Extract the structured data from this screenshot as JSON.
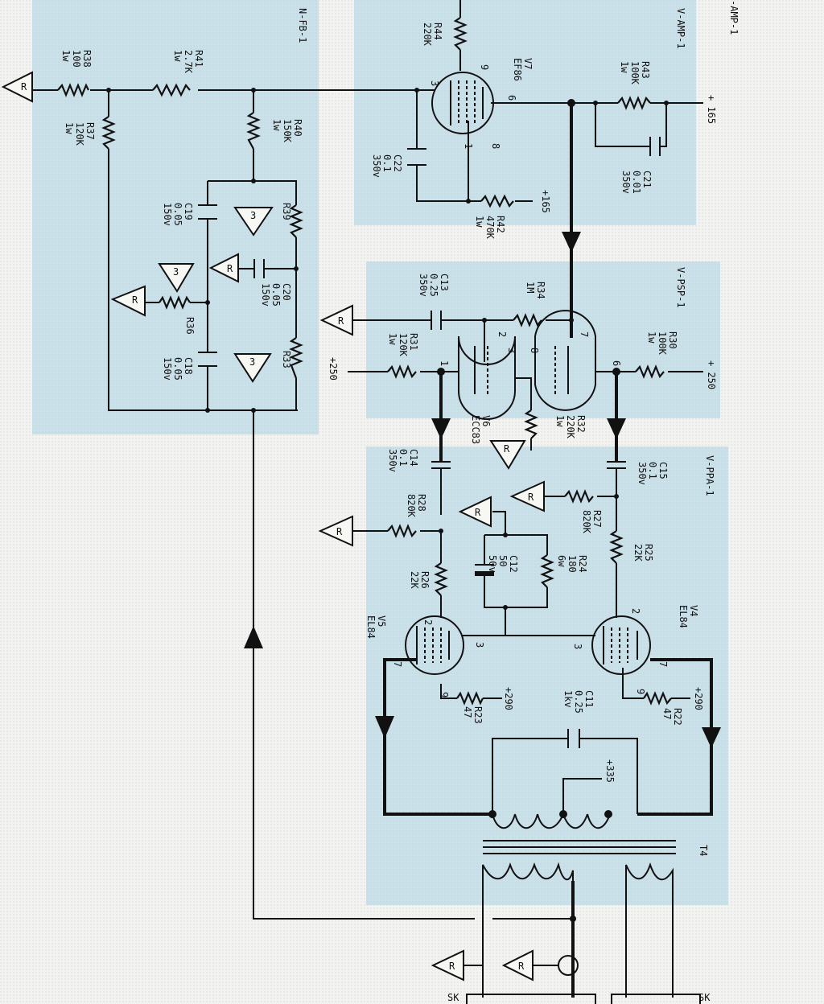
{
  "colors": {
    "shade": "#a9d2e3",
    "ink": "#111111",
    "paper": "#f3f4f2"
  },
  "blocks": {
    "amp": "V-AMP-1",
    "fb": "N-FB-1",
    "psp": "V-PSP-1",
    "ppa": "V-PPA-1",
    "amp_top_fragment": "-AMP-1"
  },
  "rails": {
    "v165_a": "+ 165",
    "v165_b": "+165",
    "v250_a": "+250",
    "v250_b": "+ 250",
    "v290_a": "+290",
    "v290_b": "+290",
    "v335": "+335"
  },
  "ref_symbol": "R",
  "num_symbol": "3",
  "components": {
    "r38": [
      "R38",
      "100",
      "1w"
    ],
    "r41": [
      "R41",
      "2.7K",
      "1w"
    ],
    "r37": [
      "R37",
      "120K",
      "1w"
    ],
    "r40": [
      "R40",
      "150K",
      "1w"
    ],
    "r39": [
      "R39"
    ],
    "r36": [
      "R36"
    ],
    "r33": [
      "R33"
    ],
    "c19": [
      "C19",
      "0.05",
      "150v"
    ],
    "c20": [
      "C20",
      "0.05",
      "150v"
    ],
    "c18": [
      "C18",
      "0.05",
      "150v"
    ],
    "r44": [
      "R44",
      "220K"
    ],
    "v7": [
      "V7",
      "EF86"
    ],
    "r43": [
      "R43",
      "100K",
      "1w"
    ],
    "c22": [
      "C22",
      "0.1",
      "350v"
    ],
    "c21": [
      "C21",
      "0.01",
      "350v"
    ],
    "r42": [
      "R42",
      "470K",
      "1w"
    ],
    "c13": [
      "C13",
      "0.25",
      "350v"
    ],
    "r34": [
      "R34",
      "1M"
    ],
    "r31": [
      "R31",
      "120K",
      "1w"
    ],
    "r30": [
      "R30",
      "100K",
      "1w"
    ],
    "v6": [
      "V6",
      "ECC83"
    ],
    "r32": [
      "R32",
      "220K",
      "1w"
    ],
    "c14": [
      "C14",
      "0.1",
      "350v"
    ],
    "c15": [
      "C15",
      "0.1",
      "350v"
    ],
    "r28": [
      "R28",
      "820K"
    ],
    "r27": [
      "R27",
      "820K"
    ],
    "r26": [
      "R26",
      "22K"
    ],
    "r25": [
      "R25",
      "22K"
    ],
    "c12": [
      "C12",
      "50",
      "50v"
    ],
    "r24": [
      "R24",
      "180",
      "6w"
    ],
    "v5": [
      "V5",
      "EL84"
    ],
    "v4": [
      "V4",
      "EL84"
    ],
    "r23": [
      "R23",
      "47"
    ],
    "r22": [
      "R22",
      "47"
    ],
    "c11": [
      "C11",
      "0.25",
      "1kv"
    ],
    "t4": [
      "T4"
    ]
  },
  "pins": {
    "v7": [
      "9",
      "3",
      "6",
      "8",
      "1"
    ],
    "v6": [
      "2",
      "3",
      "8",
      "7",
      "1",
      "6"
    ],
    "v5": [
      "2",
      "3",
      "7",
      "9"
    ],
    "v4": [
      "2",
      "3",
      "7",
      "9"
    ]
  },
  "sockets": [
    "SK",
    "SK"
  ]
}
